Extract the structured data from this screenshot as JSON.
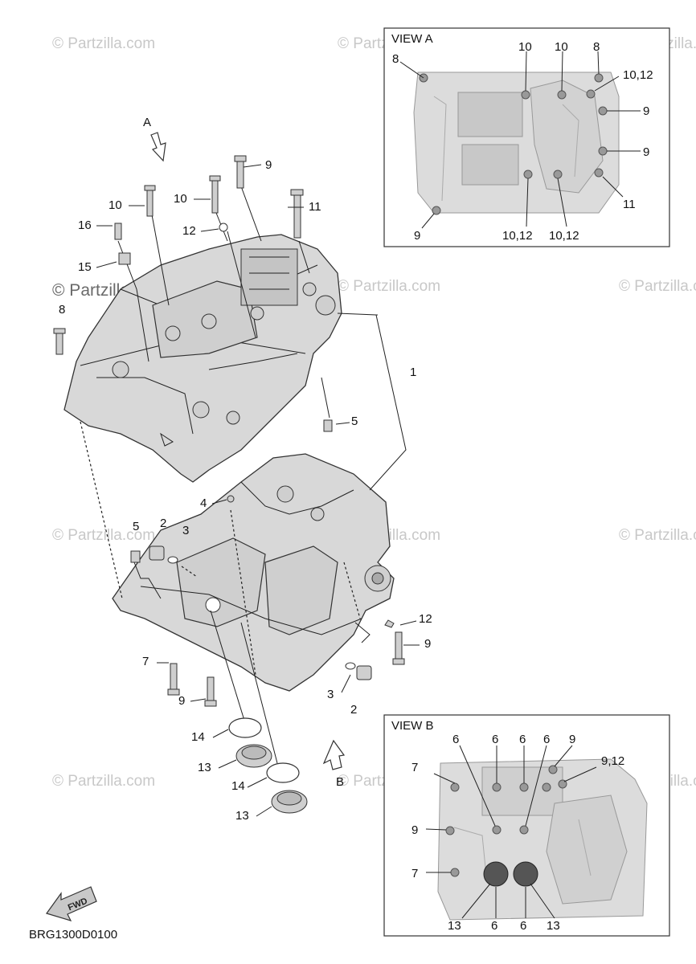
{
  "watermark": "© Partzilla.com",
  "diagram_code": "BRG1300D0100",
  "fwd_label": "FWD",
  "arrow_a_label": "A",
  "arrow_b_label": "B",
  "view_a": {
    "title": "VIEW A",
    "callouts": [
      "8",
      "10",
      "10",
      "8",
      "10,12",
      "9",
      "9",
      "11",
      "10,12",
      "10,12",
      "9"
    ]
  },
  "view_b": {
    "title": "VIEW B",
    "callouts": [
      "7",
      "6",
      "6",
      "6",
      "6",
      "9",
      "9,12",
      "9",
      "7",
      "13",
      "6",
      "6",
      "13"
    ]
  },
  "main_callouts": [
    "9",
    "10",
    "10",
    "11",
    "16",
    "12",
    "15",
    "8",
    "1",
    "5",
    "4",
    "5",
    "2",
    "3",
    "12",
    "9",
    "7",
    "9",
    "3",
    "2",
    "14",
    "13",
    "14",
    "13"
  ]
}
